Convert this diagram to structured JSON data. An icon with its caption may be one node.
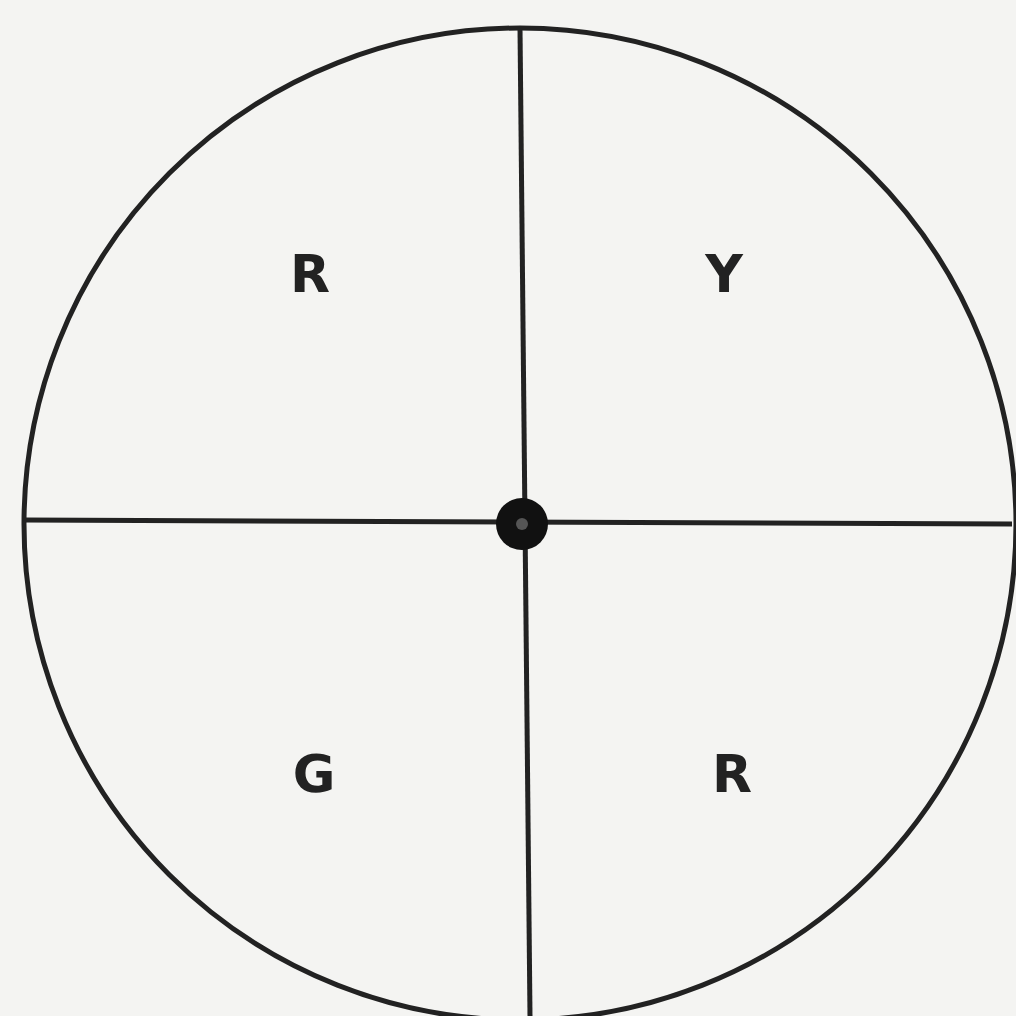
{
  "diagram": {
    "labels": [
      "R",
      "Y",
      "G",
      "R"
    ]
  }
}
